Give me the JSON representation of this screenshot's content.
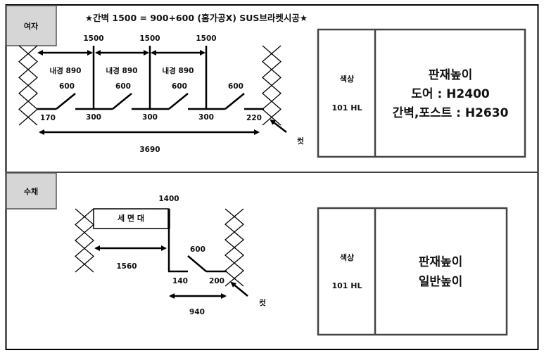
{
  "women": {
    "tab_label": "여자",
    "title": "★간벽 1500 = 900+600 (홈가공X) SUS브라켓시공★",
    "partition_heights": [
      "1500",
      "1500",
      "1500"
    ],
    "inner_widths": [
      "내경 890",
      "내경 890",
      "내경 890"
    ],
    "door_widths": [
      "600",
      "600",
      "600",
      "600"
    ],
    "bottom_dims": [
      "170",
      "300",
      "300",
      "300",
      "220"
    ],
    "total_width": "3690",
    "cut_label": "컷",
    "color_label": "색상",
    "color_value": "101 HL",
    "height_title": "판재높이",
    "door_height": "도어 : H2400",
    "wall_height": "간벽,포스트 : H2630"
  },
  "sink": {
    "tab_label": "수채",
    "post_height": "1400",
    "vanity_label": "세 면 대",
    "vanity_width": "1560",
    "door_width": "600",
    "bottom_dims": [
      "140",
      "200"
    ],
    "opening_width": "940",
    "cut_label": "컷",
    "color_label": "색상",
    "color_value": "101 HL",
    "height_title": "판재높이",
    "height_value": "일반높이"
  }
}
